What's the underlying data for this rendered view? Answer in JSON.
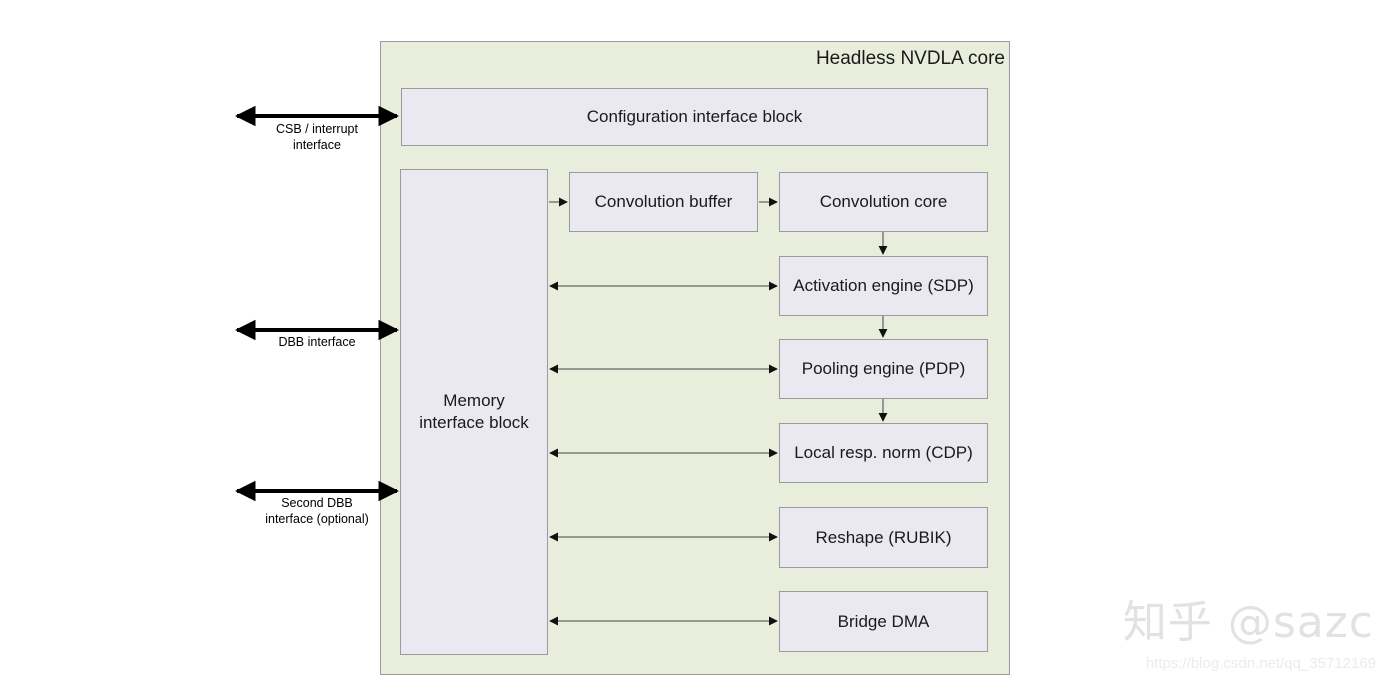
{
  "diagram": {
    "container": {
      "title": "Headless NVDLA core",
      "fill": "#e9eedc",
      "border": "#9a9a9a"
    },
    "block_fill": "#eae9f2",
    "block_border": "#9a9a9a",
    "arrow_color": "#666666",
    "ext_arrow_color": "#000000",
    "blocks": {
      "config": "Configuration interface block",
      "memory": "Memory\ninterface block",
      "conv_buffer": "Convolution buffer",
      "conv_core": "Convolution core",
      "sdp": "Activation engine (SDP)",
      "pdp": "Pooling engine (PDP)",
      "cdp": "Local resp. norm (CDP)",
      "rubik": "Reshape (RUBIK)",
      "bdma": "Bridge DMA"
    },
    "external_interfaces": [
      {
        "id": "csb",
        "label": "CSB / interrupt\ninterface"
      },
      {
        "id": "dbb",
        "label": "DBB interface"
      },
      {
        "id": "dbb2",
        "label": "Second DBB\ninterface (optional)"
      }
    ]
  },
  "watermark": {
    "handle": "知乎 @sazc",
    "url": "https://blog.csdn.net/qq_35712169"
  }
}
